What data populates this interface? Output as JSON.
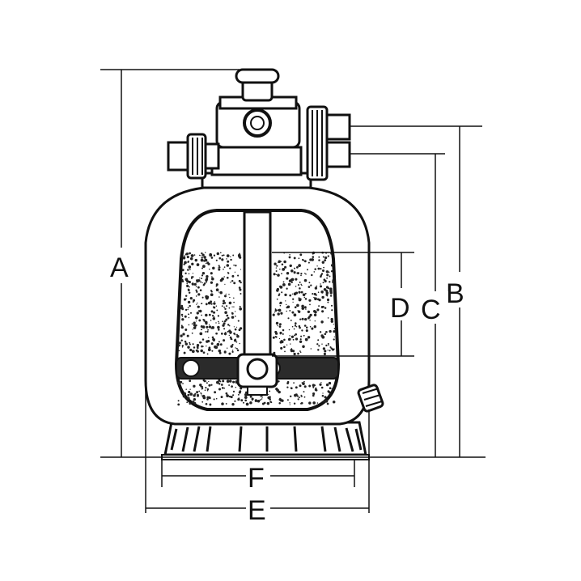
{
  "diagram": {
    "dimension_labels": {
      "a": "A",
      "b": "B",
      "c": "C",
      "d": "D",
      "e": "E",
      "f": "F"
    }
  },
  "colors": {
    "stroke": "#111111",
    "tank_fill": "#ffffff",
    "sand_fill": "#ffffff",
    "lateral_fill": "#2b2b2b"
  }
}
